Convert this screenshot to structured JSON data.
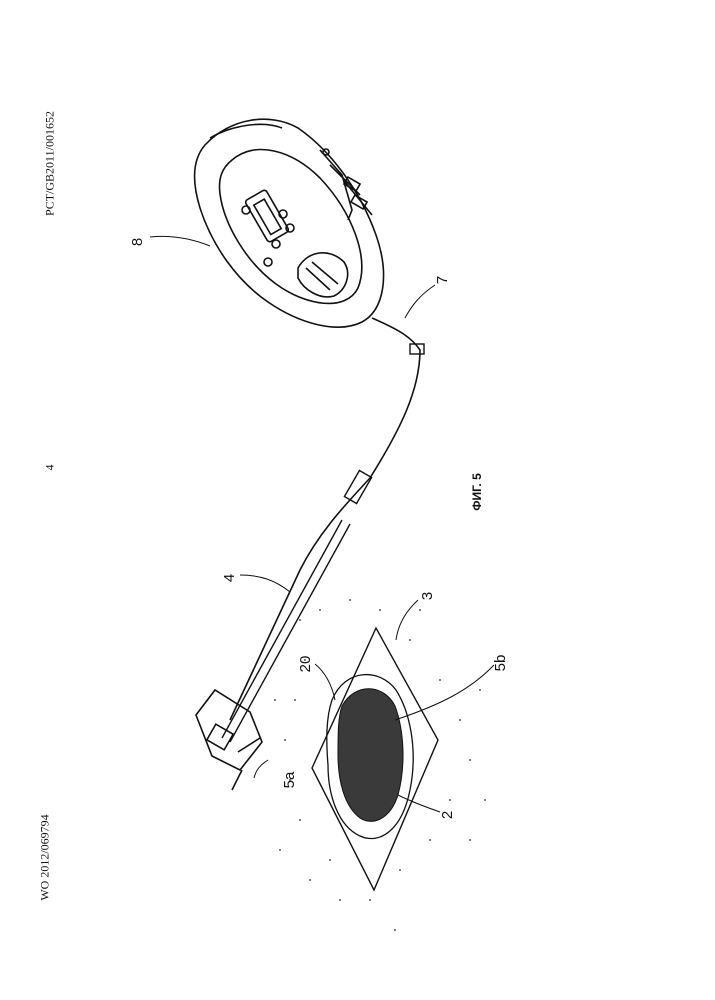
{
  "header": {
    "publication_number": "WO 2012/069794",
    "page_number": "4",
    "application_number": "PCT/GB2011/001652"
  },
  "figure": {
    "caption": "ФИГ. 5",
    "labels": {
      "l8": "8",
      "l7": "7",
      "l4": "4",
      "l3": "3",
      "l20": "20",
      "l5b": "5b",
      "l5a": "5a",
      "l2": "2"
    }
  }
}
